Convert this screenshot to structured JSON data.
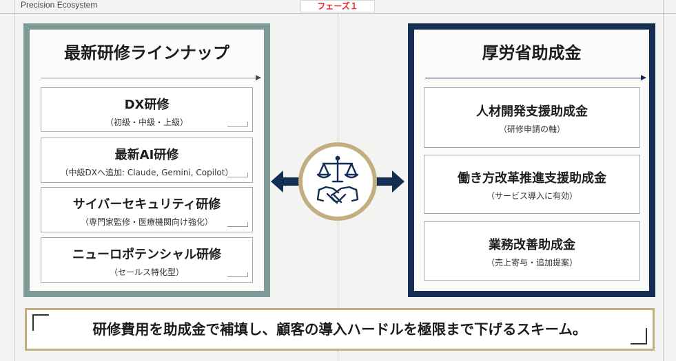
{
  "header": {
    "brand": "Precision Ecosystem",
    "phase_label": "フェーズ１"
  },
  "left_panel": {
    "title": "最新研修ラインナップ",
    "cards": [
      {
        "title": "DX研修",
        "sub": "（初級・中級・上級）"
      },
      {
        "title": "最新AI研修",
        "sub": "（中級DXへ追加: Claude, Gemini, Copilot）"
      },
      {
        "title": "サイバーセキュリティ研修",
        "sub": "（専門家監修・医療機関向け強化）"
      },
      {
        "title": "ニューロポテンシャル研修",
        "sub": "（セールス特化型）"
      }
    ]
  },
  "right_panel": {
    "title": "厚労省助成金",
    "cards": [
      {
        "title": "人材開発支援助成金",
        "sub": "（研修申請の軸）"
      },
      {
        "title": "働き方改革推進支援助成金",
        "sub": "（サービス導入に有効）"
      },
      {
        "title": "業務改善助成金",
        "sub": "（売上寄与・追加提案）"
      }
    ]
  },
  "center": {
    "icon": "scales-handshake-icon"
  },
  "scheme": {
    "text": "研修費用を助成金で補填し、顧客の導入ハードルを極限まで下げるスキーム。"
  },
  "colors": {
    "sage": "#7d9b96",
    "navy": "#142d52",
    "gold": "#c2ae7e",
    "phase_red": "#e8262b"
  }
}
